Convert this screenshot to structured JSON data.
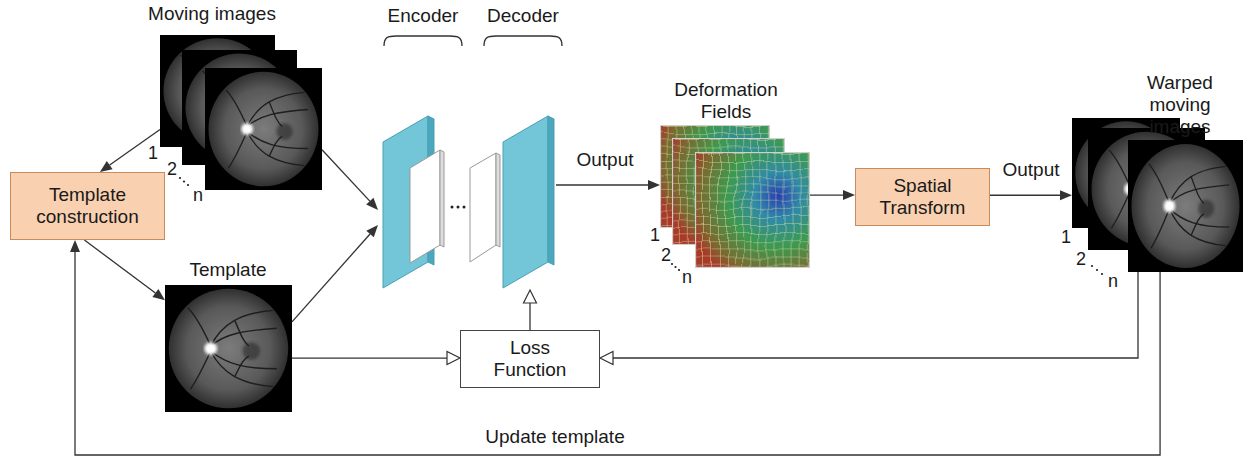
{
  "diagram": {
    "nodes": [
      {
        "text": [
          "Moving images"
        ]
      },
      {
        "text": [
          "Template construction"
        ]
      },
      {
        "text": [
          "Template"
        ]
      },
      {
        "text": [
          "Encoder",
          "Decoder"
        ]
      },
      {
        "text": [
          "Deformation Fields"
        ]
      },
      {
        "text": [
          "Spatial Transform"
        ]
      },
      {
        "text": [
          "Warped moving images"
        ]
      },
      {
        "text": [
          "Loss Function"
        ]
      }
    ],
    "edges": [
      {
        "from": 0,
        "to": 1,
        "arrow": "to"
      },
      {
        "from": 1,
        "to": 2,
        "arrow": "to"
      },
      {
        "from": 0,
        "to": 3,
        "arrow": "to"
      },
      {
        "from": 2,
        "to": 3,
        "arrow": "to"
      },
      {
        "from": 3,
        "to": 4,
        "label": "Output",
        "arrow": "to"
      },
      {
        "from": 4,
        "to": 5,
        "arrow": "to"
      },
      {
        "from": 5,
        "to": 6,
        "label": "Output",
        "arrow": "to"
      },
      {
        "from": 6,
        "to": 7,
        "arrow": "to"
      },
      {
        "from": 2,
        "to": 7,
        "arrow": "to"
      },
      {
        "from": 7,
        "to": 3,
        "arrow": "to"
      },
      {
        "from": 6,
        "to": 1,
        "label": "Update template",
        "arrow": "to"
      }
    ],
    "labels": [
      "1",
      "2",
      "n",
      "1",
      "2",
      "n",
      "1",
      "2",
      "n"
    ]
  }
}
